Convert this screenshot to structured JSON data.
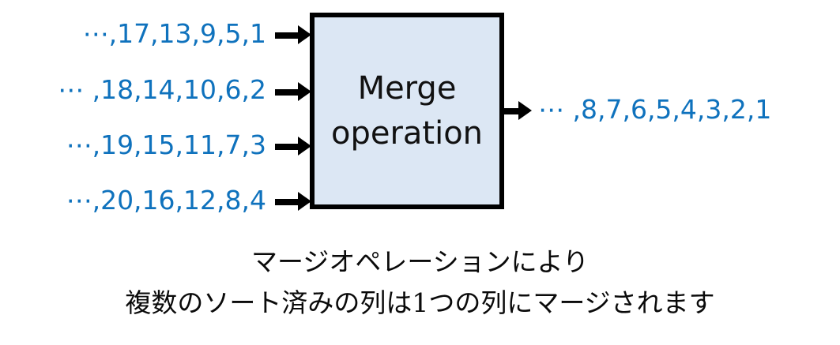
{
  "diagram": {
    "title": "Merge operation diagram",
    "colors": {
      "sequence_blue": "#0F72BD",
      "box_fill": "#DCE7F4",
      "box_border": "#000000",
      "arrow": "#000000",
      "caption_text": "#0a0a0a",
      "background": "#FFFFFF"
    },
    "inputs": [
      {
        "label": "⋯,17,13,9,5,1",
        "values": [
          17,
          13,
          9,
          5,
          1
        ],
        "arrow_icon": "right-arrow-icon"
      },
      {
        "label": "⋯ ,18,14,10,6,2",
        "values": [
          18,
          14,
          10,
          6,
          2
        ],
        "arrow_icon": "right-arrow-icon"
      },
      {
        "label": "⋯,19,15,11,7,3",
        "values": [
          19,
          15,
          11,
          7,
          3
        ],
        "arrow_icon": "right-arrow-icon"
      },
      {
        "label": "⋯,20,16,12,8,4",
        "values": [
          20,
          16,
          12,
          8,
          4
        ],
        "arrow_icon": "right-arrow-icon"
      }
    ],
    "box": {
      "line1": "Merge",
      "line2": "operation"
    },
    "output": {
      "label": "⋯ ,8,7,6,5,4,3,2,1",
      "values": [
        8,
        7,
        6,
        5,
        4,
        3,
        2,
        1
      ],
      "arrow_icon": "right-arrow-icon"
    },
    "caption": {
      "line1": "マージオペレーションにより",
      "line2": "複数のソート済みの列は1つの列にマージされます"
    }
  }
}
